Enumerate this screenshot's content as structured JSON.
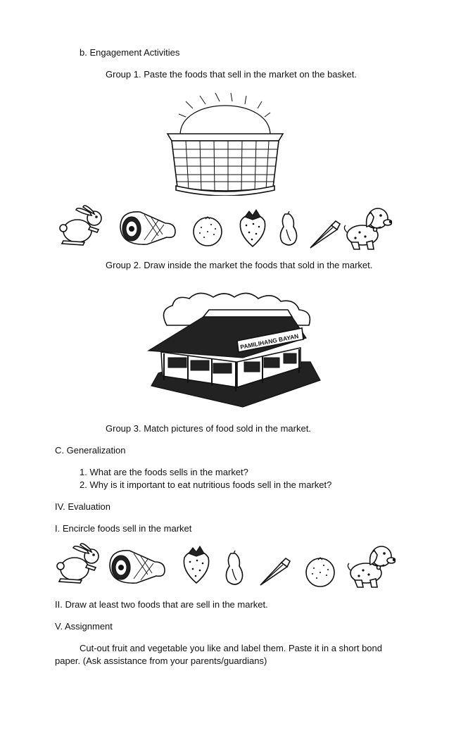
{
  "engagement": {
    "heading": "b. Engagement Activities",
    "group1": "Group 1. Paste the foods that sell in the market on the basket.",
    "group2": "Group 2. Draw inside the market the foods that sold in the market.",
    "group3": "Group 3. Match pictures of food sold in the market."
  },
  "market_sign": "PAMILIHANG BAYAN",
  "generalization": {
    "heading": "C. Generalization",
    "q1": "1. What are the foods sells in the market?",
    "q2": "2. Why is it important to eat nutritious foods sell in the market?"
  },
  "evaluation": {
    "heading": "IV. Evaluation",
    "part1": "I. Encircle foods sell in the market",
    "part2": "II. Draw at least two foods that are sell in the market."
  },
  "assignment": {
    "heading": "V. Assignment",
    "line1": "Cut-out fruit and vegetable you like and label them. Paste it in a short bond",
    "line2": "paper. (Ask assistance from your parents/guardians)"
  },
  "row1_items": [
    "rabbit",
    "ham",
    "orange",
    "strawberry",
    "papaya",
    "okra",
    "dog"
  ],
  "row2_items": [
    "rabbit",
    "ham",
    "strawberry",
    "papaya",
    "okra",
    "orange",
    "dog"
  ]
}
